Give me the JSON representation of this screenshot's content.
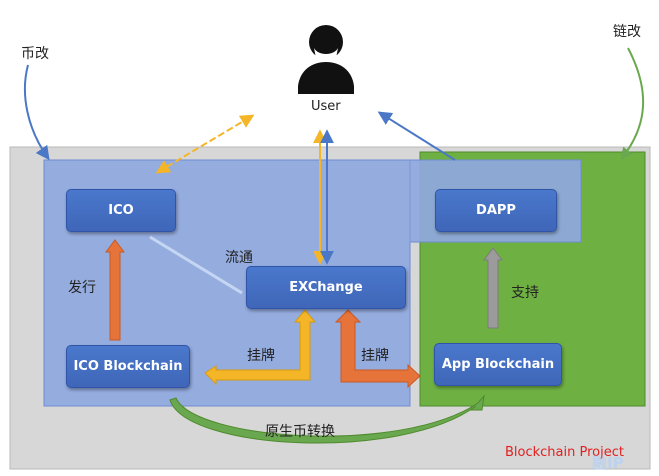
{
  "labels": {
    "coin_reform": "币改",
    "chain_reform": "链改",
    "user": "User",
    "issue": "发行",
    "circulate": "流通",
    "support": "支持",
    "list_left": "挂牌",
    "list_right": "挂牌",
    "native_coin_convert": "原生币转换",
    "project": "Blockchain Project",
    "watermark": "融IP"
  },
  "nodes": {
    "ico": "ICO",
    "exchange": "EXChange",
    "ico_blockchain": "ICO Blockchain",
    "dapp": "DAPP",
    "app_blockchain": "App Blockchain"
  },
  "colors": {
    "gray_region": "#d7d7d7",
    "green_region": "#6fb043",
    "blue_region": "#8fa8df",
    "box": "#4472c4",
    "arrow_yellow": "#f4b626",
    "arrow_orange": "#e6733a",
    "arrow_blue": "#4b78c6",
    "arrow_green": "#6aa84f",
    "project_text": "#e02020"
  },
  "icons": [
    "user-silhouette-icon"
  ]
}
